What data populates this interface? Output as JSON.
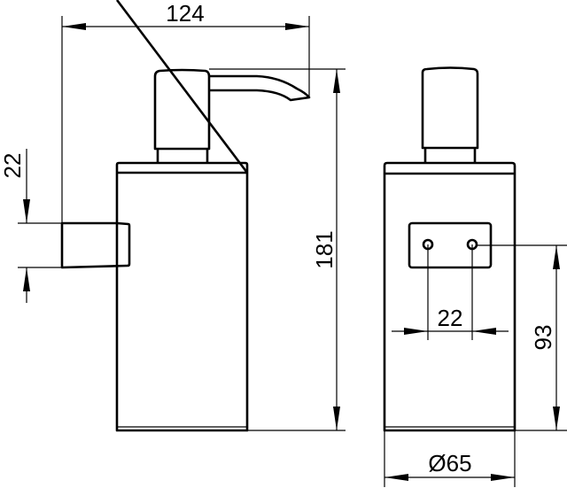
{
  "diagram": {
    "type": "technical-dimension-drawing",
    "subject": "wall-mounted soap dispenser",
    "views": [
      {
        "name": "side-view",
        "dimensions": {
          "overall_width": "124",
          "overall_height": "181",
          "bracket_height": "22"
        }
      },
      {
        "name": "front-view",
        "dimensions": {
          "hole_spacing": "22",
          "hole_height": "93",
          "diameter": "Ø65"
        }
      }
    ],
    "colors": {
      "line": "#000000",
      "background": "#ffffff"
    }
  }
}
